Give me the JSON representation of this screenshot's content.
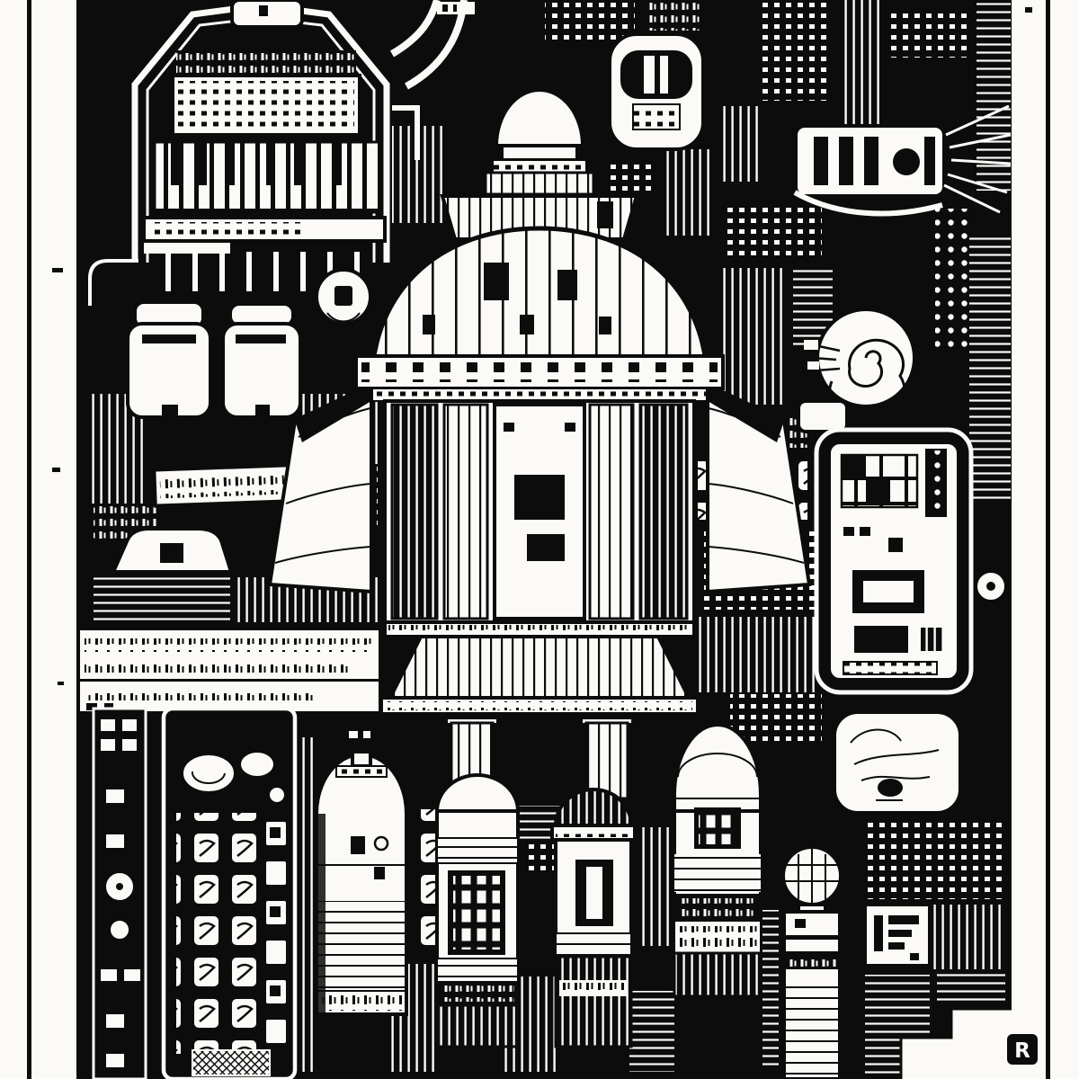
{
  "artwork": {
    "medium": "black and white ink sci-fi illustration",
    "palette": {
      "ink": "#0c0c0c",
      "paper": "#fbfaf7"
    },
    "watermark_letter": "R",
    "elements": {
      "frame": "double ruled page frame",
      "arch_console": "arched organ console with keyboard and pipe keys",
      "top_pipes": "curved supply pipes",
      "capsule": "domed observation capsule on stacked collars",
      "dome_rocket": "central domed rocket tower with porthole band",
      "left_wing": "left stabilizer wing",
      "right_wing": "right stabilizer wing",
      "helmet": "helmet with dark visor",
      "turbine": "slotted turbine plate with vanes",
      "spiral_gauge": "spiral dial gauge",
      "vending_machine": "slot-front dispenser cabinet",
      "porthole": "small porthole window",
      "sketch_panel": "rounded doodle panel",
      "ticker": "rows of tiny tally glyphs",
      "jars": "lidded storage jars",
      "knob": "round control knob",
      "label_strip": "scribbled label strip",
      "boat": "small hull with window",
      "cabinet": "tall cabinet of shelved containers",
      "filmstrip": "indicator strip with windows",
      "tank_a": "round-top boiler tank",
      "tank_b": "ribbed canister with paned window",
      "tank_c": "dark-capped canister with slit window",
      "tank_d": "helmet-top canister with grid window",
      "mini_rocket": "small rocket with gridded round head",
      "stamp_box": "stamped plate with bars",
      "corner_badge": "corner monogram badge",
      "textures": "dense machinery textures"
    }
  }
}
